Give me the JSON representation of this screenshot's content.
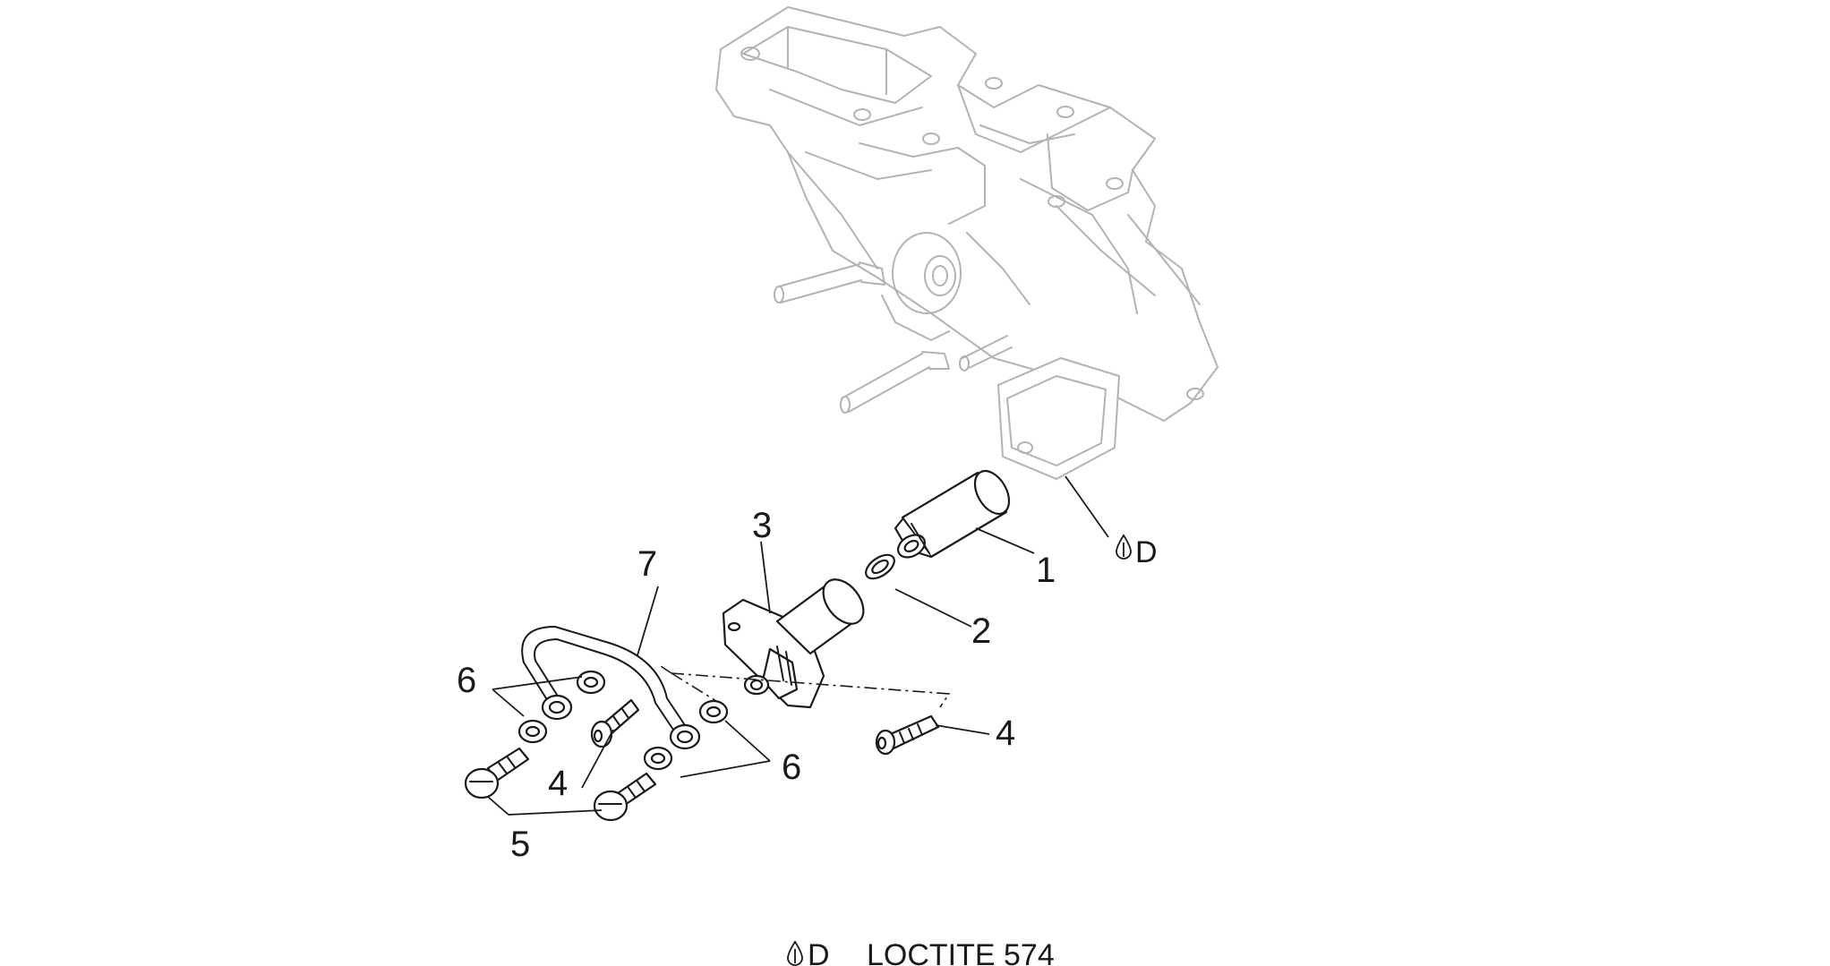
{
  "callouts": {
    "c1": "1",
    "c2": "2",
    "c3": "3",
    "c4a": "4",
    "c4b": "4",
    "c5": "5",
    "c6a": "6",
    "c6b": "6",
    "c7": "7",
    "cd": "D"
  },
  "legend": {
    "symbol_letter": "D",
    "text": "LOCTITE 574"
  },
  "icons": {
    "adhesive": "adhesive-drop-icon"
  }
}
